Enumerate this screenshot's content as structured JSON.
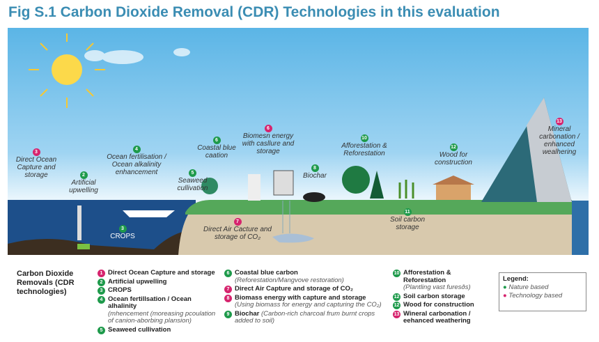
{
  "title": "Fig S.1 Carbon Dioxide Removal (CDR) Technologies in this evaluation",
  "colors": {
    "nature": "#1e9a4b",
    "technology": "#d6246e",
    "title": "#3b8db3"
  },
  "scene_labels": [
    {
      "num": "3",
      "text": "Direct Ocean Capture and storage",
      "type": "technology"
    },
    {
      "num": "2",
      "text": "Artificial upwelling",
      "type": "nature"
    },
    {
      "num": "4",
      "text": "Ocean fertilisation / Ocean alkalinity enhancement",
      "type": "nature"
    },
    {
      "num": "5",
      "text": "Seaweed cullivation",
      "type": "nature"
    },
    {
      "num": "6",
      "text": "Coastal blue caation",
      "type": "nature"
    },
    {
      "num": "6",
      "text": "Biomesn energy with casllure and storage",
      "type": "technology"
    },
    {
      "num": "3",
      "text": "CROPS",
      "type": "nature"
    },
    {
      "num": "7",
      "text": "Direct Air Cacture and storage of CO₂",
      "type": "technology"
    },
    {
      "num": "8",
      "text": "Biochar",
      "type": "nature"
    },
    {
      "num": "10",
      "text": "Afforestation & Reforestation",
      "type": "nature"
    },
    {
      "num": "11",
      "text": "Soil carbon storage",
      "type": "nature"
    },
    {
      "num": "12",
      "text": "Wood for construction",
      "type": "nature"
    },
    {
      "num": "13",
      "text": "Mineral carbonation / enhanced wealhering",
      "type": "technology"
    }
  ],
  "legend": {
    "heading": "Carbon Dioxide Removals (CDR technologies)",
    "items": [
      {
        "num": "1",
        "title": "Direct Ocean Capture and storage",
        "desc": "",
        "type": "technology"
      },
      {
        "num": "2",
        "title": "Artificial upwelling",
        "desc": "",
        "type": "nature"
      },
      {
        "num": "3",
        "title": "CROPS",
        "desc": "",
        "type": "nature"
      },
      {
        "num": "4",
        "title": "Ocean fertillsation / Ocean alhalinity",
        "desc": "(mhencement (moreasing pcoulation of canion-aborbing plansion)",
        "type": "nature"
      },
      {
        "num": "5",
        "title": "Seaweed cullivation",
        "desc": "",
        "type": "nature"
      },
      {
        "num": "6",
        "title": "Coastal blue carbon",
        "desc": "(Reforestation/Mangvove restoration)",
        "type": "nature"
      },
      {
        "num": "7",
        "title": "Direct Air Capture and storage of CO₂",
        "desc": "",
        "type": "technology"
      },
      {
        "num": "8",
        "title": "Biomass energy with capture and storage",
        "desc": "(Using biomass for energy and capturing the CO₂)",
        "type": "technology"
      },
      {
        "num": "9",
        "title": "Biochar",
        "desc": "(Carbon-rich charcoal frum burnt crops added to soil)",
        "type": "nature"
      },
      {
        "num": "10",
        "title": "Afforestation & Reforestation",
        "desc": "(Plantling vast furesðs)",
        "type": "nature"
      },
      {
        "num": "12",
        "title": "Soil carbon storage",
        "desc": "",
        "type": "nature"
      },
      {
        "num": "12",
        "title": "Wood for construction",
        "desc": "",
        "type": "nature"
      },
      {
        "num": "13",
        "title": "Wineral carbonation / eehanced weathering",
        "desc": "",
        "type": "technology"
      }
    ]
  },
  "key": {
    "heading": "Legend:",
    "nature": "Nature based",
    "technology": "Technology based"
  }
}
